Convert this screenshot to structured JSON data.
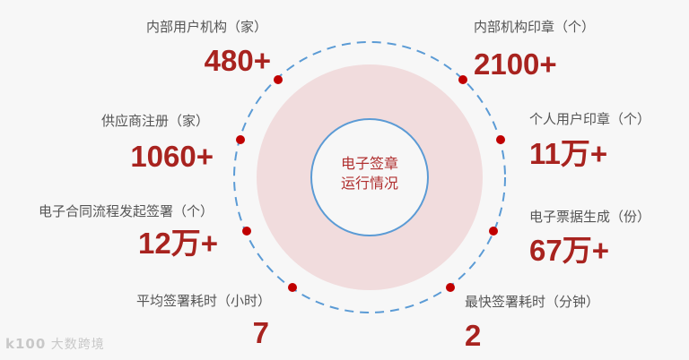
{
  "center": {
    "title_line1": "电子签章",
    "title_line2": "运行情况"
  },
  "colors": {
    "background": "#f7f7f7",
    "value_red": "#a8231f",
    "dot_red": "#c00000",
    "dashed_ring": "#5b9bd5",
    "inner_ring": "#5b9bd5",
    "pink_disc": "#f1dcdd"
  },
  "stats_left": [
    {
      "label": "内部用户机构（家）",
      "value": "480+"
    },
    {
      "label": "供应商注册（家）",
      "value": "1060+"
    },
    {
      "label": "电子合同流程发起签署（个）",
      "value": "12万+"
    },
    {
      "label": "平均签署耗时（小时）",
      "value": "7"
    }
  ],
  "stats_right": [
    {
      "label": "内部机构印章（个）",
      "value": "2100+"
    },
    {
      "label": "个人用户印章（个）",
      "value": "11万+"
    },
    {
      "label": "电子票据生成（份）",
      "value": "67万+"
    },
    {
      "label": "最快签署耗时（分钟）",
      "value": "2"
    }
  ],
  "watermark": {
    "logo": "k100",
    "text": "大数跨境"
  }
}
